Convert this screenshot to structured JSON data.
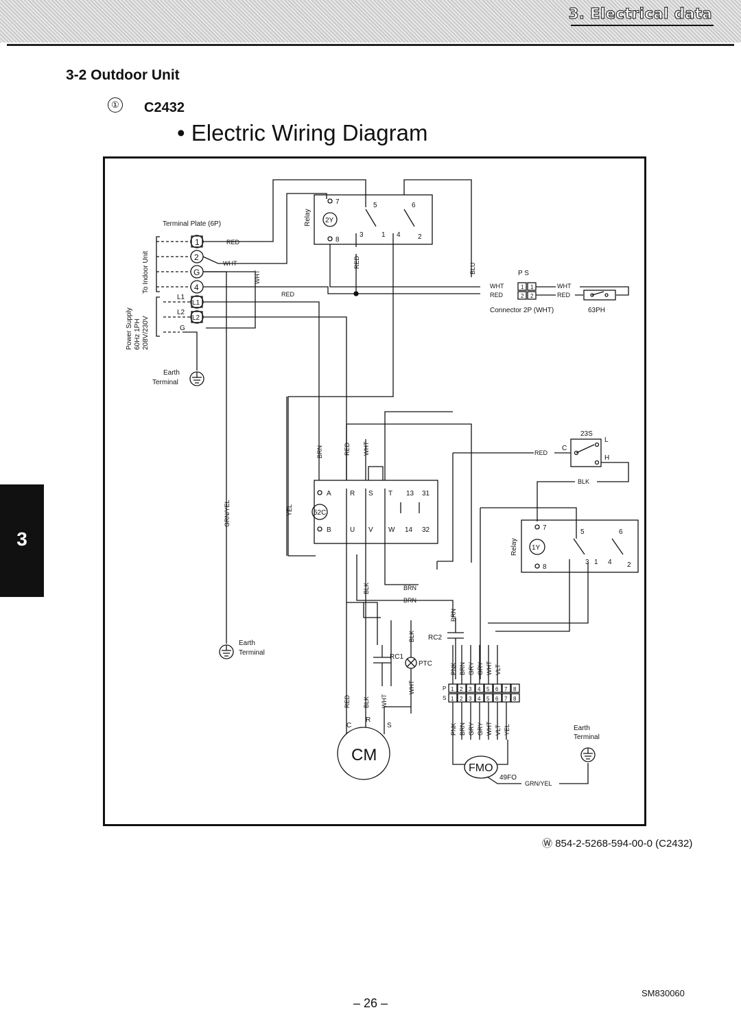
{
  "header": {
    "chapter_title": "3. Electrical data"
  },
  "section": {
    "title": "3-2   Outdoor Unit",
    "model_marker": "①",
    "model": "C2432"
  },
  "diagram_title": "• Electric Wiring Diagram",
  "chapter_tab": "3",
  "terminal_block": {
    "title": "Terminal Plate (6P)",
    "terminals": [
      "1",
      "2",
      "G",
      "4",
      "L1",
      "L2"
    ],
    "side_labels": {
      "L1": "L1",
      "L2": "L2",
      "G": "G"
    },
    "to_indoor_label": "To Indoor Unit",
    "power_supply_label": [
      "Power Supply",
      "60Hz 1PH",
      "208V/230V"
    ],
    "earth_label": [
      "Earth",
      "Terminal"
    ]
  },
  "relay_2y": {
    "name": "2Y",
    "relay_label": "Relay",
    "pins": [
      "7",
      "8",
      "5",
      "6",
      "3",
      "1",
      "4",
      "2"
    ]
  },
  "relay_1y": {
    "name": "1Y",
    "relay_label": "Relay",
    "pins": [
      "7",
      "8",
      "5",
      "6",
      "3",
      "1",
      "4",
      "2"
    ]
  },
  "contactor": {
    "name": "52C",
    "top_pins": [
      "A",
      "R",
      "S",
      "T",
      "13",
      "31"
    ],
    "bottom_pins": [
      "B",
      "U",
      "V",
      "W",
      "14",
      "32"
    ]
  },
  "ps_connector": {
    "header": "P S",
    "label": "Connector 2P (WHT)",
    "pins": [
      "1",
      "1",
      "2",
      "2"
    ]
  },
  "pressure_switch": {
    "name": "63PH"
  },
  "valve_23s": {
    "name": "23S",
    "contacts": [
      "C",
      "L",
      "H"
    ]
  },
  "compressor": {
    "name": "CM",
    "pins": [
      "C",
      "R",
      "S"
    ]
  },
  "fan_motor": {
    "name": "FMO",
    "protector": "49FO"
  },
  "capacitors": {
    "rc1": "RC1",
    "rc2": "RC2",
    "ptc": "PTC"
  },
  "fan_connector": {
    "p": "P",
    "s": "S",
    "pins": [
      "1",
      "2",
      "3",
      "4",
      "5",
      "6",
      "7",
      "8"
    ]
  },
  "fan_wires_top": [
    "PNK",
    "BRN",
    "GRY",
    "GRY",
    "WHT",
    "VLT"
  ],
  "fan_wires_bottom": [
    "PNK",
    "BRN",
    "GRY",
    "GRY",
    "WHT",
    "VLT",
    "YEL"
  ],
  "wire_labels": {
    "red": "RED",
    "wht": "WHT",
    "blu": "BLU",
    "brn": "BRN",
    "blk": "BLK",
    "yel": "YEL",
    "grn_yel": "GRN/YEL",
    "grn_yel_slash": "GRN/YEL"
  },
  "earth_terminal_label": [
    "Earth",
    "Terminal"
  ],
  "part_number": "854-2-5268-594-00-0 (C2432)",
  "part_number_symbol": "Ⓦ",
  "page_number": "– 26 –",
  "doc_code": "SM830060"
}
